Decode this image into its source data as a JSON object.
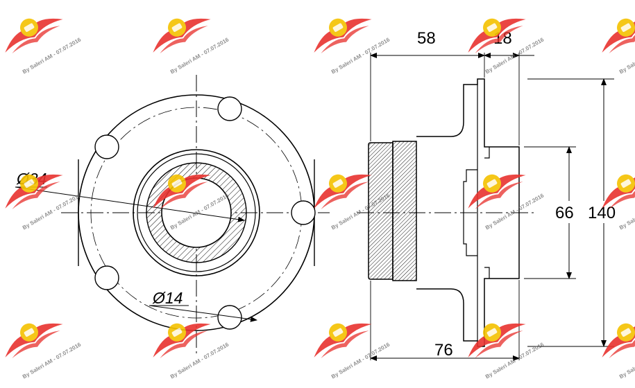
{
  "dimensions": {
    "flange_width": "58",
    "flange_thickness": "18",
    "spigot_diameter": "66",
    "flange_diameter": "140",
    "overall_width": "76",
    "bore_diameter": "Ø34",
    "bolt_hole_diameter": "Ø14"
  },
  "watermark": {
    "text": "By Saleri AM - 07.07.2016",
    "logo_color": "#e8322f",
    "logo_accent": "#f5c200"
  }
}
